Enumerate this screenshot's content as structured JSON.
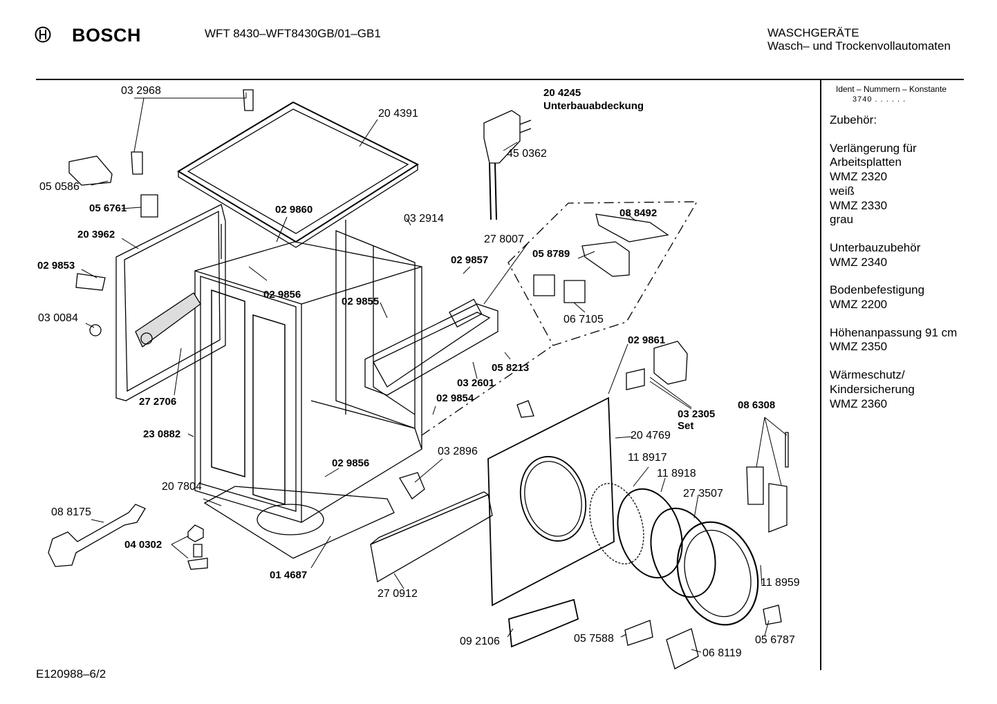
{
  "header": {
    "brand": "BOSCH",
    "model": "WFT 8430–WFT8430GB/01–GB1",
    "category_line1": "WASCHGERÄTE",
    "category_line2": "Wasch– und Trockenvollautomaten"
  },
  "footer": {
    "drawing_number": "E120988–6/2"
  },
  "sidebar": {
    "ident_label": "Ident – Nummern – Konstante",
    "ident_value": "3740 . . . . . .",
    "accessories_title": "Zubehör:",
    "groups": [
      {
        "lines": [
          "Verlängerung für",
          "Arbeitsplatten",
          "WMZ 2320",
          "weiß",
          "WMZ 2330",
          "grau"
        ]
      },
      {
        "lines": [
          "Unterbauzubehör",
          "WMZ 2340"
        ]
      },
      {
        "lines": [
          "Bodenbefestigung",
          "WMZ 2200"
        ]
      },
      {
        "lines": [
          "Höhenanpassung 91 cm",
          "WMZ 2350"
        ]
      },
      {
        "lines": [
          "Wärmeschutz/",
          "Kindersicherung",
          "WMZ 2360"
        ]
      }
    ]
  },
  "part_labels": [
    {
      "id": "p1",
      "text": "03 2968",
      "bold": false
    },
    {
      "id": "p2",
      "text": "20 4391",
      "bold": false
    },
    {
      "id": "p3",
      "text": "20 4245",
      "bold": true
    },
    {
      "id": "p4",
      "text": "Unterbauabdeckung",
      "bold": true
    },
    {
      "id": "p5",
      "text": "45 0362",
      "bold": false
    },
    {
      "id": "p6",
      "text": "05 0586",
      "bold": false
    },
    {
      "id": "p7",
      "text": "05 6761",
      "bold": true
    },
    {
      "id": "p8",
      "text": "02 9860",
      "bold": true
    },
    {
      "id": "p9",
      "text": "03 2914",
      "bold": false
    },
    {
      "id": "p10",
      "text": "08 8492",
      "bold": true
    },
    {
      "id": "p11",
      "text": "20 3962",
      "bold": true
    },
    {
      "id": "p12",
      "text": "27 8007",
      "bold": false
    },
    {
      "id": "p13",
      "text": "05 8789",
      "bold": true
    },
    {
      "id": "p14",
      "text": "02 9853",
      "bold": true
    },
    {
      "id": "p15",
      "text": "02 9857",
      "bold": true
    },
    {
      "id": "p16",
      "text": "02 9856",
      "bold": true
    },
    {
      "id": "p17",
      "text": "02 9855",
      "bold": true
    },
    {
      "id": "p18",
      "text": "03 0084",
      "bold": false
    },
    {
      "id": "p19",
      "text": "06 7105",
      "bold": false
    },
    {
      "id": "p20",
      "text": "02 9861",
      "bold": true
    },
    {
      "id": "p21",
      "text": "05 8213",
      "bold": true
    },
    {
      "id": "p22",
      "text": "03 2601",
      "bold": true
    },
    {
      "id": "p23",
      "text": "27 2706",
      "bold": true
    },
    {
      "id": "p24",
      "text": "02 9854",
      "bold": true
    },
    {
      "id": "p25",
      "text": "03 2305",
      "bold": true
    },
    {
      "id": "p26",
      "text": "Set",
      "bold": true
    },
    {
      "id": "p27",
      "text": "08 6308",
      "bold": true
    },
    {
      "id": "p28",
      "text": "23 0882",
      "bold": true
    },
    {
      "id": "p29",
      "text": "20 4769",
      "bold": false
    },
    {
      "id": "p30",
      "text": "11 8917",
      "bold": false
    },
    {
      "id": "p31",
      "text": "03 2896",
      "bold": false
    },
    {
      "id": "p32",
      "text": "02 9856",
      "bold": true
    },
    {
      "id": "p33",
      "text": "11 8918",
      "bold": false
    },
    {
      "id": "p34",
      "text": "20 7804",
      "bold": false
    },
    {
      "id": "p35",
      "text": "27 3507",
      "bold": false
    },
    {
      "id": "p36",
      "text": "08 8175",
      "bold": false
    },
    {
      "id": "p37",
      "text": "04 0302",
      "bold": true
    },
    {
      "id": "p38",
      "text": "01 4687",
      "bold": true
    },
    {
      "id": "p39",
      "text": "11 8959",
      "bold": false
    },
    {
      "id": "p40",
      "text": "27 0912",
      "bold": false
    },
    {
      "id": "p41",
      "text": "09 2106",
      "bold": false
    },
    {
      "id": "p42",
      "text": "05 7588",
      "bold": false
    },
    {
      "id": "p43",
      "text": "05 6787",
      "bold": false
    },
    {
      "id": "p44",
      "text": "06 8119",
      "bold": false
    }
  ]
}
